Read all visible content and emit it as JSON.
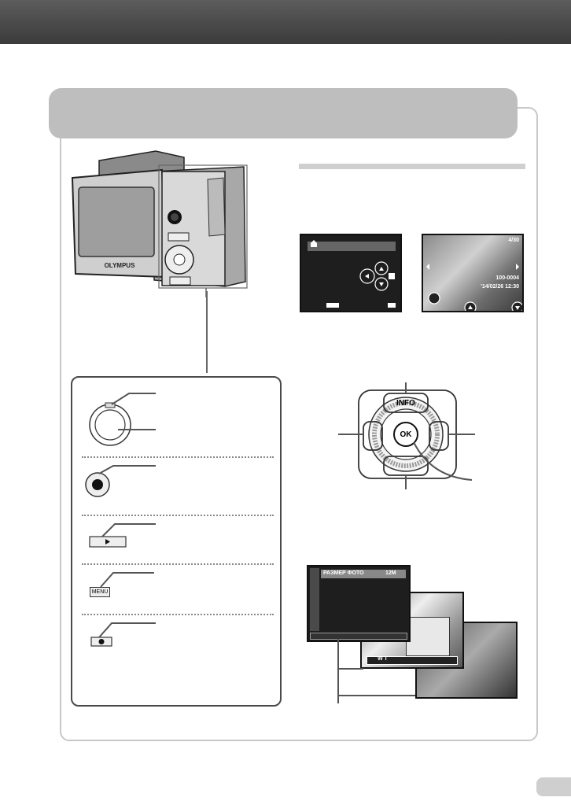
{
  "camera": {
    "brand": "OLYMPUS"
  },
  "dpad": {
    "info_label": "INFO",
    "ok_label": "OK"
  },
  "panel_buttons": {
    "menu_label": "MENU"
  },
  "screen_play": {
    "counter": "4/30",
    "file_number": "100-0004",
    "datetime": "'14/02/26 12:30"
  },
  "menu_screen": {
    "item_label": "РАЗМЕР ФОТО",
    "item_value": "12M"
  },
  "zoom_bar": {
    "label": "W T"
  }
}
